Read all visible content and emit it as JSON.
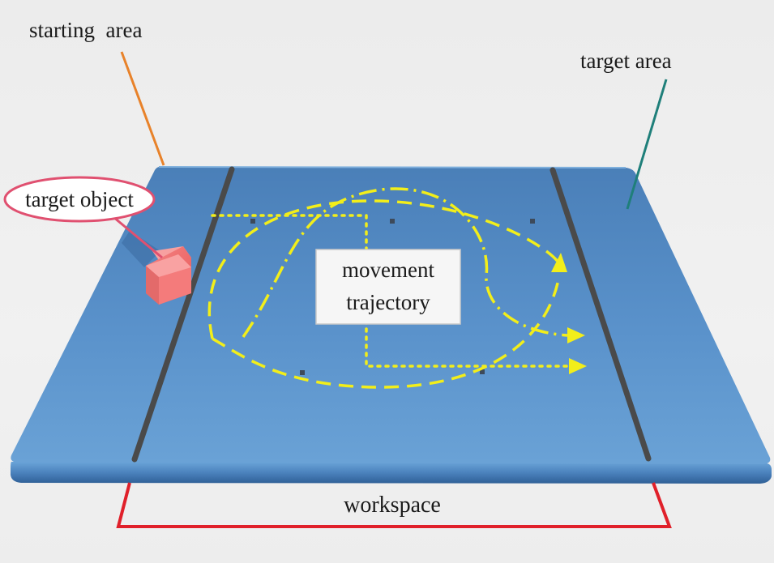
{
  "labels": {
    "starting_area": "starting  area",
    "target_area": "target area",
    "target_object": "target object",
    "movement_trajectory_line1": "movement",
    "movement_trajectory_line2": "trajectory",
    "workspace": "workspace"
  },
  "colors": {
    "table_top": "#4f86c0",
    "table_edge": "#3f74ad",
    "lane_stripe": "#4a4a4a",
    "trajectory": "#f2ee1a",
    "target_object": "#f07070",
    "starting_area_leader": "#e8822a",
    "target_area_leader": "#1f7f7a",
    "target_object_leader": "#e05070",
    "workspace_bracket": "#e0202a"
  }
}
